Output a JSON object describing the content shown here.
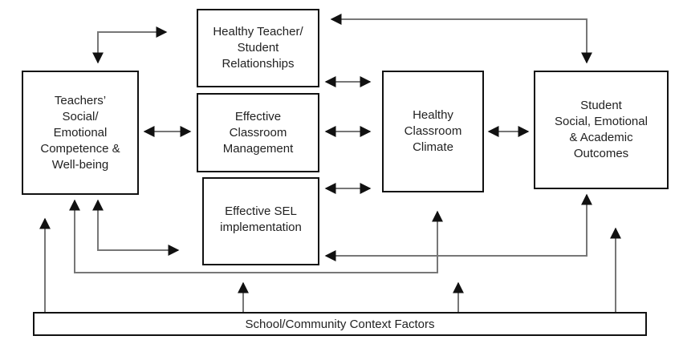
{
  "diagram": {
    "boxes": {
      "teachers": "Teachers’\nSocial/\nEmotional\nCompetence &\nWell-being",
      "relationships": "Healthy Teacher/\nStudent\nRelationships",
      "management": "Effective\nClassroom\nManagement",
      "sel": "Effective SEL\nimplementation",
      "climate": "Healthy\nClassroom\nClimate",
      "outcomes": "Student\nSocial, Emotional\n& Academic\nOutcomes",
      "context": "School/Community Context Factors"
    },
    "colors": {
      "box_border": "#111111",
      "arrow_line": "#777777",
      "arrow_head": "#111111"
    }
  }
}
